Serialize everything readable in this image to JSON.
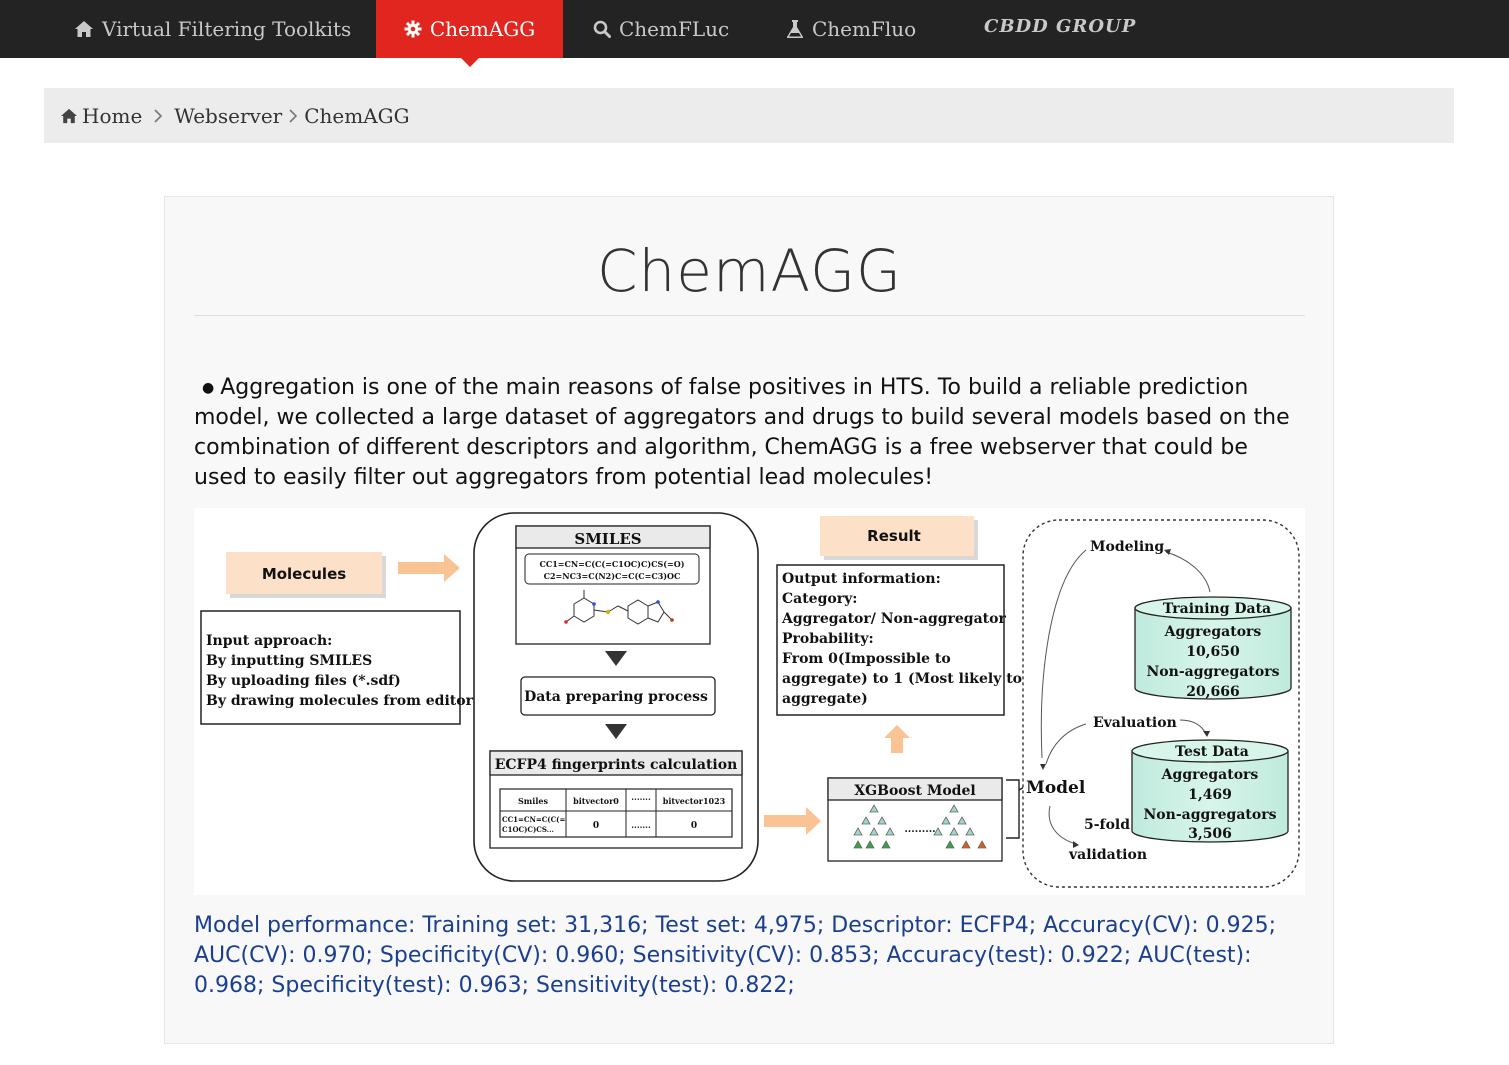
{
  "nav": {
    "items": [
      {
        "label": "Virtual Filtering Toolkits",
        "icon": "home-icon"
      },
      {
        "label": "ChemAGG",
        "icon": "gear-icon",
        "active": true
      },
      {
        "label": "ChemFLuc",
        "icon": "search-icon"
      },
      {
        "label": "ChemFluo",
        "icon": "flask-icon"
      }
    ],
    "brand": "CBDD GROUP"
  },
  "breadcrumb": {
    "items": [
      "Home",
      "Webserver",
      "ChemAGG"
    ]
  },
  "panel": {
    "title": "ChemAGG",
    "intro": "Aggregation is one of the main reasons of false positives in HTS. To build a reliable prediction model, we collected a large dataset of aggregators and drugs to build several models based on the combination of different descriptors and algorithm, ChemAGG is a free webserver that could be used to easily filter out aggregators from potential lead molecules!",
    "performance": "Model performance: Training set: 31,316; Test set: 4,975; Descriptor: ECFP4; Accuracy(CV): 0.925; AUC(CV): 0.970; Specificity(CV): 0.960; Sensitivity(CV): 0.853; Accuracy(test): 0.922; AUC(test): 0.968; Specificity(test): 0.963; Sensitivity(test): 0.822;"
  },
  "figure": {
    "molecules_label": "Molecules",
    "input_lines": [
      "Input approach:",
      "By inputting SMILES",
      "By uploading files (*.sdf)",
      "By drawing molecules from editors"
    ],
    "smiles_title": "SMILES",
    "smiles_lines": [
      "CC1=CN=C(C(=C1OC)C)CS(=O)",
      "C2=NC3=C(N2)C=C(C=C3)OC"
    ],
    "data_prep": "Data preparing process",
    "ecfp_title": "ECFP4 fingerprints calculation",
    "table_header": [
      "Smiles",
      "bitvector0",
      ".......",
      "bitvector1023"
    ],
    "table_row": [
      "CC1=CN=C(C(=",
      "C1OC)C)CS...",
      "0",
      ".......",
      "0"
    ],
    "xgboost": "XGBoost Model",
    "result_label": "Result",
    "output_lines": [
      "Output information:",
      "Category:",
      "Aggregator/ Non-aggregator",
      "Probability:",
      "From 0(Impossible to",
      "aggregate) to 1 (Most likely to",
      "aggregate)"
    ],
    "modeling": "Modeling",
    "evaluation": "Evaluation",
    "model": "Model",
    "fivefold": "5-fold",
    "validation": "validation",
    "training": {
      "title": "Training Data",
      "agg_label": "Aggregators",
      "agg_count": "10,650",
      "non_label": "Non-aggregators",
      "non_count": "20,666"
    },
    "test": {
      "title": "Test Data",
      "agg_label": "Aggregators",
      "agg_count": "1,469",
      "non_label": "Non-aggregators",
      "non_count": "3,506"
    }
  }
}
